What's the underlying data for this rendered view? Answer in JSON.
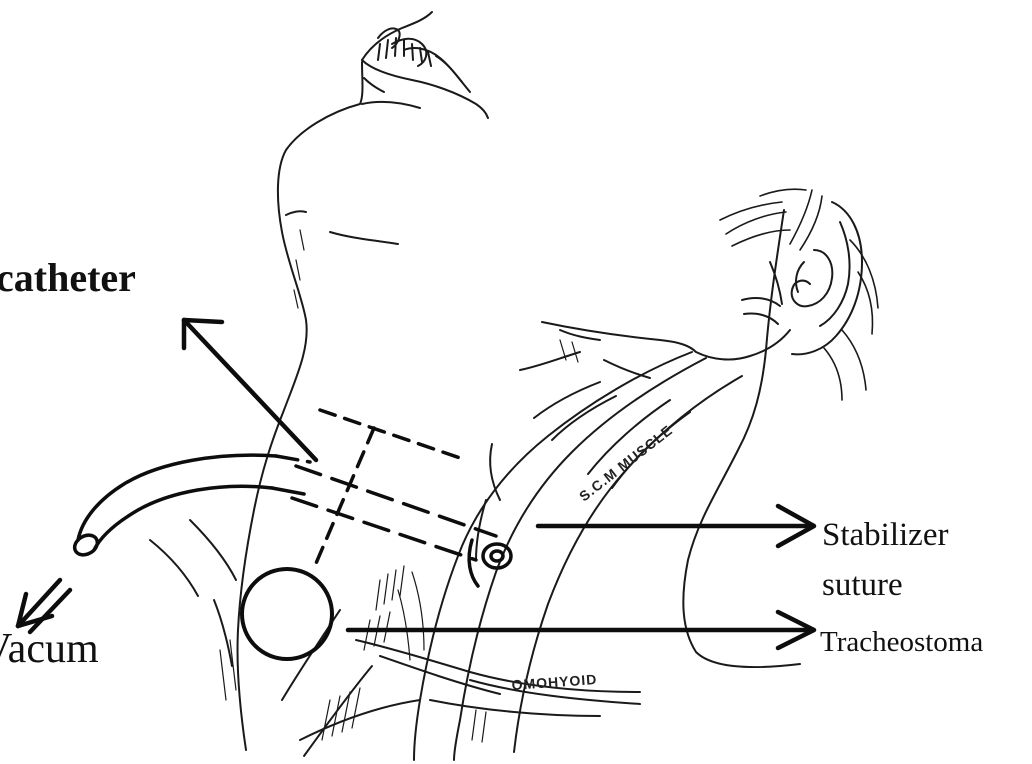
{
  "labels": {
    "catheter": "catheter",
    "vacum": "Vacum",
    "stabilizer_line1": "Stabilizer",
    "stabilizer_line2": "suture",
    "tracheostoma": "Tracheostoma",
    "scm_muscle": "S.C.M MUSCLE",
    "omohyoid": "OMOHYOID"
  },
  "colors": {
    "ink": "#111111",
    "background": "#ffffff"
  }
}
